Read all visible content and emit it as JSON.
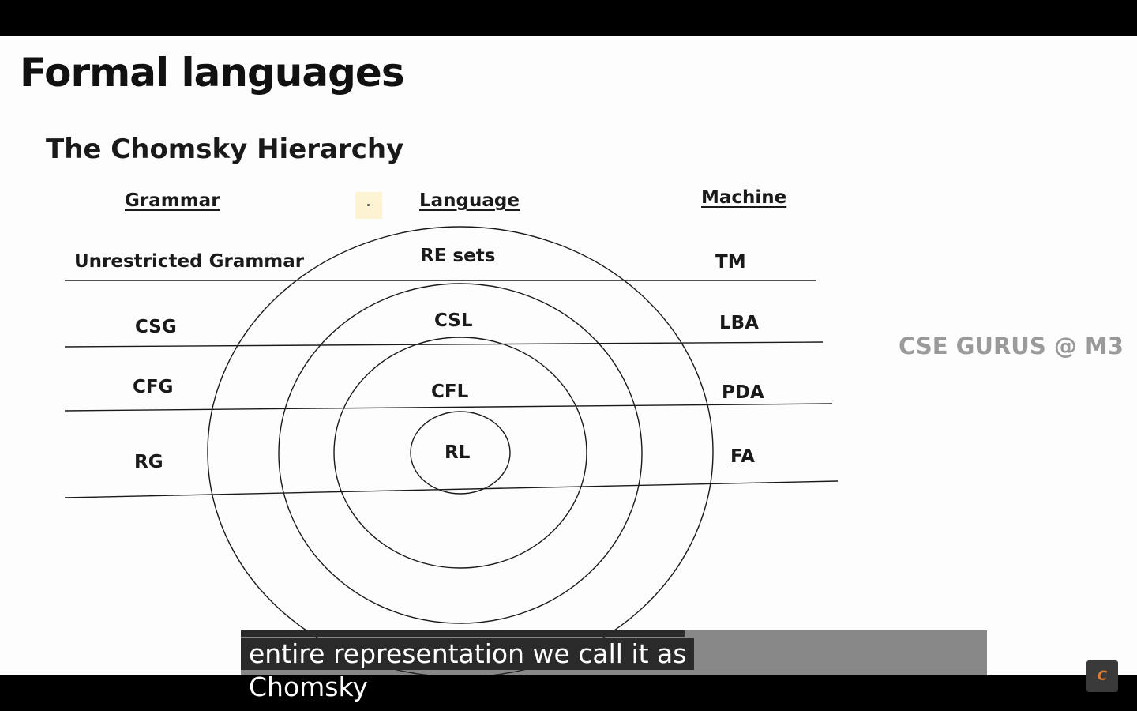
{
  "slide": {
    "title": "Formal languages",
    "subtitle": "The Chomsky Hierarchy",
    "watermark": "CSE GURUS @ M3"
  },
  "headers": {
    "grammar": "Grammar",
    "language": "Language",
    "machine": "Machine"
  },
  "rows": [
    {
      "grammar": "Unrestricted Grammar",
      "language": "RE sets",
      "machine": "TM"
    },
    {
      "grammar": "CSG",
      "language": "CSL",
      "machine": "LBA"
    },
    {
      "grammar": "CFG",
      "language": "CFL",
      "machine": "PDA"
    },
    {
      "grammar": "RG",
      "language": "RL",
      "machine": "FA"
    }
  ],
  "caption": {
    "line1": "entire representation we call it as",
    "line2": "Chomsky"
  },
  "colors": {
    "diagram_line": "#1a1a1a",
    "caption_bg": "#2a2a2a",
    "logo_accent": "#e07a2e"
  }
}
